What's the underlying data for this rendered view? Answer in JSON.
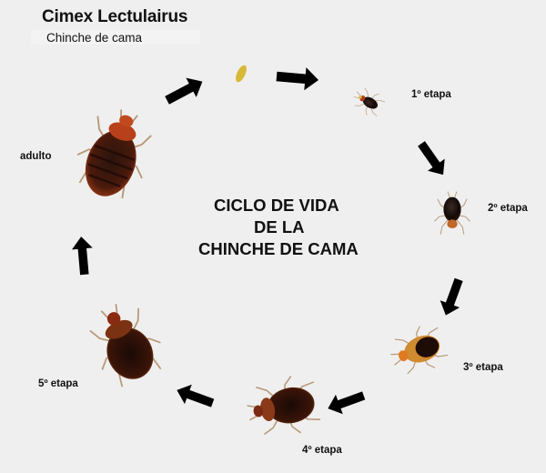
{
  "header": {
    "title": "Cimex Lectulairus",
    "subtitle": "Chinche de cama"
  },
  "center": {
    "line1": "CICLO DE VIDA",
    "line2": "DE LA",
    "line3": "CHINCHE DE CAMA"
  },
  "stages": [
    {
      "id": "egg",
      "label": ""
    },
    {
      "id": "stage1",
      "label": "1º etapa"
    },
    {
      "id": "stage2",
      "label": "2º etapa"
    },
    {
      "id": "stage3",
      "label": "3º etapa"
    },
    {
      "id": "stage4",
      "label": "4º etapa"
    },
    {
      "id": "stage5",
      "label": "5º etapa"
    },
    {
      "id": "adult",
      "label": "adulto"
    }
  ],
  "colors": {
    "background": "#efefef",
    "arrow": "#000000",
    "egg": "#d9b83a",
    "bug_dark": "#2a1008",
    "bug_red": "#8a2a10",
    "bug_amber": "#c07020"
  }
}
